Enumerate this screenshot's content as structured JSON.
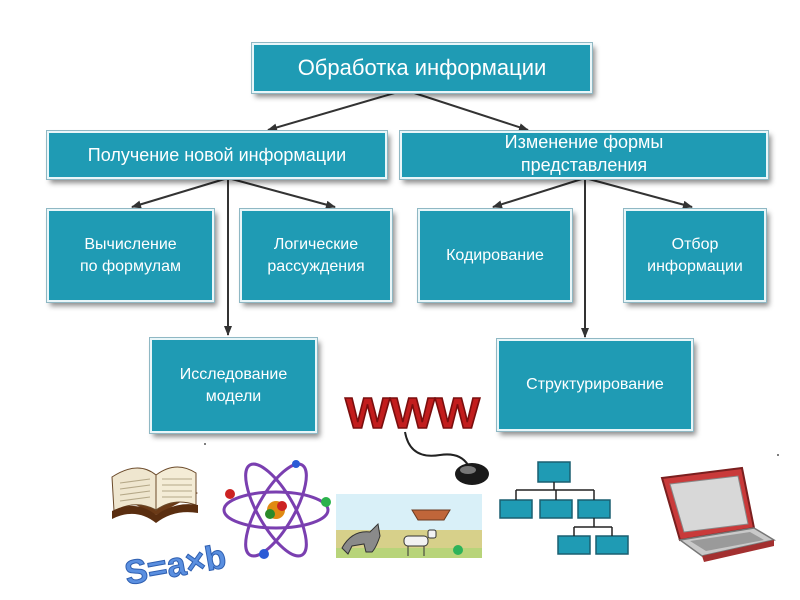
{
  "diagram": {
    "root": {
      "label": "Обработка информации"
    },
    "level1": [
      {
        "label": "Получение новой информации"
      },
      {
        "label": "Изменение формы\nпредставления"
      }
    ],
    "level2": [
      {
        "label": "Вычисление\nпо формулам"
      },
      {
        "label": "Логические\nрассуждения"
      },
      {
        "label": "Кодирование"
      },
      {
        "label": "Отбор\nинформации"
      },
      {
        "label": "Исследование\nмодели"
      },
      {
        "label": "Структурирование"
      }
    ]
  },
  "illustrations": {
    "www_text": "WWW",
    "formula_text": "S=a×b",
    "icons": [
      "book-icon",
      "atom-icon",
      "www-mouse-icon",
      "landscape-icon",
      "org-chart-icon",
      "laptop-icon"
    ]
  },
  "colors": {
    "box_fill": "#1f9bb4",
    "box_text": "#ffffff",
    "arrow": "#333333",
    "www_red": "#c21d1d"
  }
}
